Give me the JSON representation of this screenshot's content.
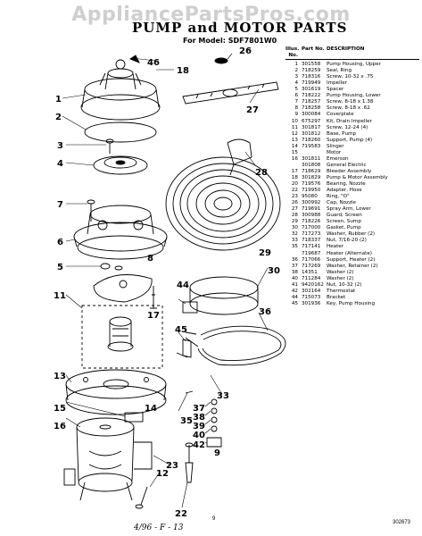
{
  "watermark": "AppliancePartsPros.com",
  "title": "PUMP and MOTOR PARTS",
  "model_line": "For Model: SDF7801W0",
  "columns": {
    "illus": "Illus. No.",
    "part": "Part No.",
    "desc": "DESCRIPTION"
  },
  "parts": [
    {
      "illus": "1",
      "part": "301558",
      "desc": "Pump Housing, Upper"
    },
    {
      "illus": "2",
      "part": "718259",
      "desc": "Seal, Ring"
    },
    {
      "illus": "3",
      "part": "718316",
      "desc": "Screw, 10-32 x .75"
    },
    {
      "illus": "4",
      "part": "719949",
      "desc": "Impeller"
    },
    {
      "illus": "5",
      "part": "301619",
      "desc": "Spacer"
    },
    {
      "illus": "6",
      "part": "718222",
      "desc": "Pump Housing, Lower"
    },
    {
      "illus": "7",
      "part": "718257",
      "desc": "Screw, 8-18 x 1.38"
    },
    {
      "illus": "8",
      "part": "718258",
      "desc": "Screw, 8-18 x .62"
    },
    {
      "illus": "9",
      "part": "300084",
      "desc": "Coverplate"
    },
    {
      "illus": "10",
      "part": "675297",
      "desc": "Kit, Drain Impeller"
    },
    {
      "illus": "11",
      "part": "301817",
      "desc": "Screw, 12-24 (4)"
    },
    {
      "illus": "12",
      "part": "301812",
      "desc": "Base, Pump"
    },
    {
      "illus": "13",
      "part": "718260",
      "desc": "Support, Pump (4)"
    },
    {
      "illus": "14",
      "part": "719583",
      "desc": "Slinger"
    },
    {
      "illus": "15",
      "part": "",
      "desc": "Motor"
    },
    {
      "illus": "16",
      "part": "301811",
      "desc": "Emerson"
    },
    {
      "illus": "",
      "part": "301808",
      "desc": "General Electric"
    },
    {
      "illus": "17",
      "part": "718629",
      "desc": "Bleeder Assembly"
    },
    {
      "illus": "18",
      "part": "301829",
      "desc": "Pump & Motor Assembly"
    },
    {
      "illus": "20",
      "part": "719576",
      "desc": "Bearing, Nozzle"
    },
    {
      "illus": "22",
      "part": "719950",
      "desc": "Adapter, Hose"
    },
    {
      "illus": "23",
      "part": "95080",
      "desc": "Ring, \"O\""
    },
    {
      "illus": "26",
      "part": "300992",
      "desc": "Cap, Nozzle"
    },
    {
      "illus": "27",
      "part": "719691",
      "desc": "Spray Arm, Lower"
    },
    {
      "illus": "28",
      "part": "300988",
      "desc": "Guard, Screen"
    },
    {
      "illus": "29",
      "part": "718226",
      "desc": "Screen, Sump"
    },
    {
      "illus": "30",
      "part": "717000",
      "desc": "Gasket, Pump"
    },
    {
      "illus": "32",
      "part": "717273",
      "desc": "Washer, Rubber (2)"
    },
    {
      "illus": "33",
      "part": "718337",
      "desc": "Nut, 7/16-20 (2)"
    },
    {
      "illus": "35",
      "part": "717141",
      "desc": "Heater"
    },
    {
      "illus": "",
      "part": "719687",
      "desc": "Heater (Alternate)"
    },
    {
      "illus": "36",
      "part": "717066",
      "desc": "Support, Heater (2)"
    },
    {
      "illus": "37",
      "part": "717269",
      "desc": "Washer, Retainer (2)"
    },
    {
      "illus": "38",
      "part": "14351",
      "desc": "Washer (2)"
    },
    {
      "illus": "40",
      "part": "711284",
      "desc": "Washer (2)"
    },
    {
      "illus": "41",
      "part": "9420162",
      "desc": "Nut, 10-32 (2)"
    },
    {
      "illus": "42",
      "part": "302164",
      "desc": "Thermostat"
    },
    {
      "illus": "44",
      "part": "715073",
      "desc": "Bracket"
    },
    {
      "illus": "45",
      "part": "301936",
      "desc": "Key, Pump Housing"
    }
  ],
  "callouts": [
    "46",
    "18",
    "1",
    "2",
    "3",
    "4",
    "7",
    "6",
    "5",
    "8",
    "11",
    "17",
    "13",
    "14",
    "15",
    "16",
    "12",
    "23",
    "22",
    "26",
    "27",
    "28",
    "29",
    "44",
    "36",
    "45",
    "30",
    "33",
    "35",
    "37",
    "38",
    "39",
    "40",
    "42",
    "9"
  ],
  "page_number": "9",
  "handwriting": "4/96 - F - 13",
  "doc_number": "302673"
}
